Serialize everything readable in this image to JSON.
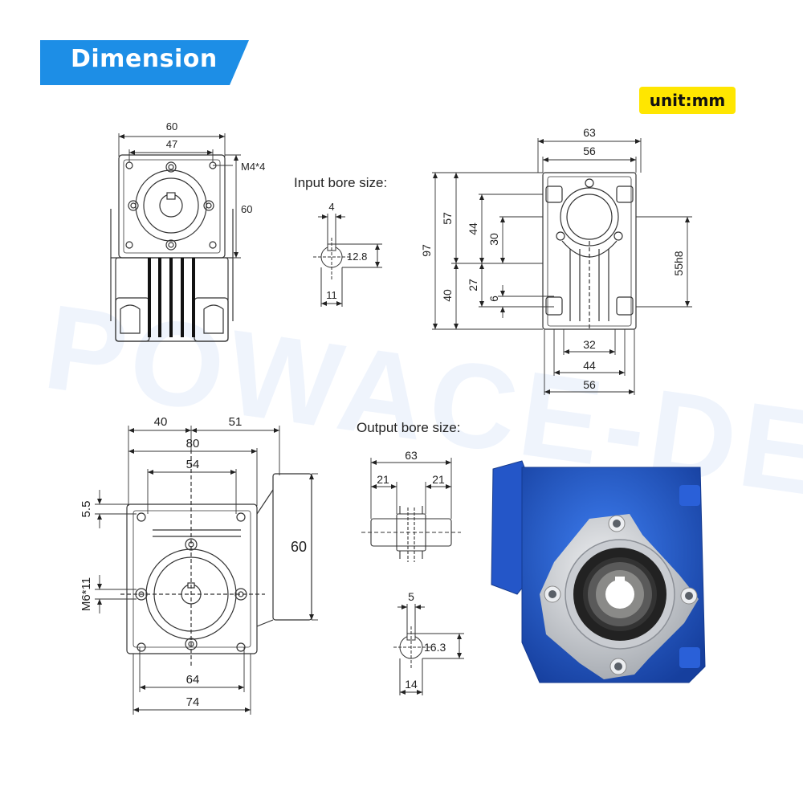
{
  "header": {
    "title": "Dimension",
    "unit": "unit:mm",
    "banner_color": "#1d8ee6",
    "unit_bg": "#ffe600"
  },
  "watermark": "POWACE-DE",
  "labels": {
    "input_bore": "Input bore size:",
    "output_bore": "Output bore size:"
  },
  "view_top_left": {
    "d60w": "60",
    "d47": "47",
    "thread": "M4*4",
    "d60h": "60"
  },
  "input_bore": {
    "key": "4",
    "depth": "12.8",
    "dia": "11"
  },
  "view_side": {
    "d63": "63",
    "d56top": "56",
    "d97": "97",
    "d57": "57",
    "d40": "40",
    "d44": "44",
    "d30": "30",
    "d27": "27",
    "d6": "6",
    "d55h8": "55h8",
    "d32": "32",
    "d44b": "44",
    "d56b": "56"
  },
  "view_front": {
    "d40": "40",
    "d51": "51",
    "d80": "80",
    "d54": "54",
    "d55": "5.5",
    "m6": "M6*11",
    "d60": "60",
    "d64": "64",
    "d74": "74"
  },
  "output_shaft": {
    "d63": "63",
    "d21l": "21",
    "d21r": "21"
  },
  "output_bore": {
    "key": "5",
    "depth": "16.3",
    "dia": "14"
  },
  "photo": {
    "body_color": "#1f5fd6",
    "flange_color": "#cfd2d6",
    "seal_color": "#222222"
  }
}
